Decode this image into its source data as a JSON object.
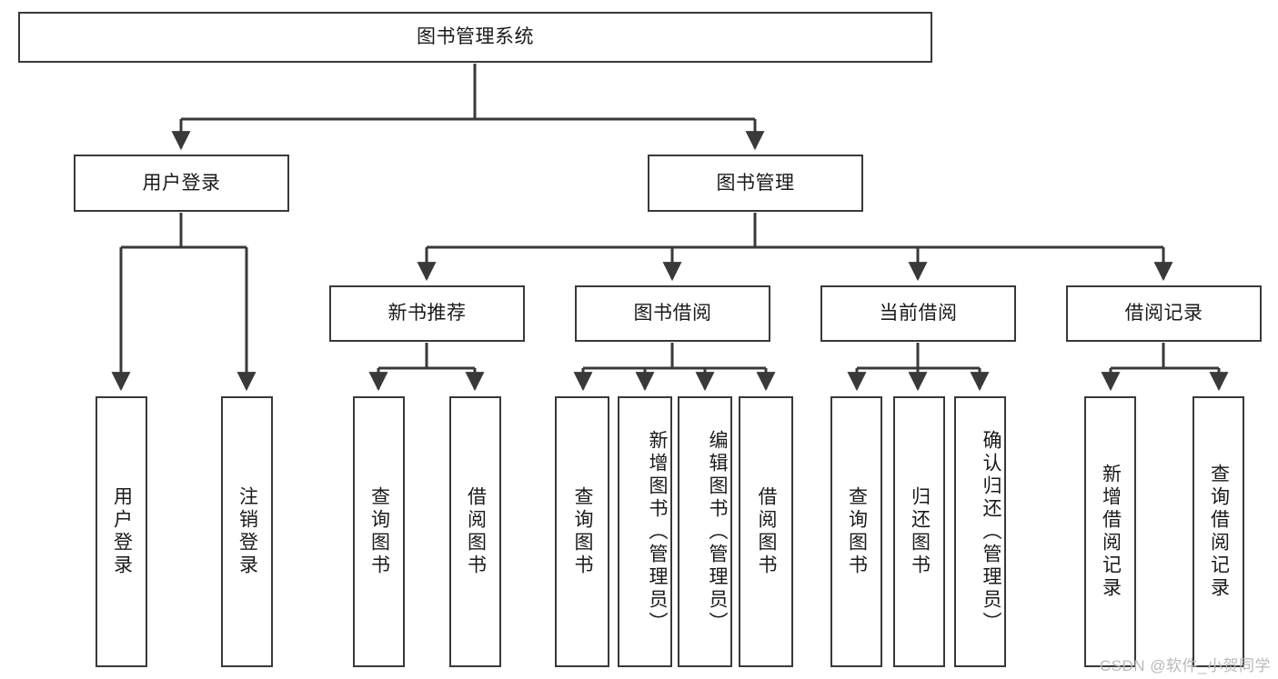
{
  "diagram": {
    "title": "图书管理系统",
    "type": "tree-hierarchy-diagram",
    "colors": {
      "stroke": "#393939",
      "fill": "#ffffff",
      "text": "#1a1a1a",
      "watermark": "#b9b9b9"
    },
    "levels": {
      "root": "图书管理系统",
      "level2": [
        "用户登录",
        "图书管理"
      ],
      "level3": [
        "新书推荐",
        "图书借阅",
        "当前借阅",
        "借阅记录"
      ]
    },
    "nodes": {
      "root": {
        "label": "图书管理系统"
      },
      "user_login": {
        "label": "用户登录"
      },
      "book_manage": {
        "label": "图书管理"
      },
      "new_book_rec": {
        "label": "新书推荐"
      },
      "book_borrow": {
        "label": "图书借阅"
      },
      "current_borrow": {
        "label": "当前借阅"
      },
      "borrow_record": {
        "label": "借阅记录"
      }
    },
    "leaves": {
      "user_login": [
        {
          "label": "用户登录"
        },
        {
          "label": "注销登录"
        }
      ],
      "new_book_rec": [
        {
          "label": "查询图书"
        },
        {
          "label": "借阅图书"
        }
      ],
      "book_borrow": [
        {
          "label": "查询图书"
        },
        {
          "label": "新增图书（管理员）"
        },
        {
          "label": "编辑图书（管理员）"
        },
        {
          "label": "借阅图书"
        }
      ],
      "current_borrow": [
        {
          "label": "查询图书"
        },
        {
          "label": "归还图书"
        },
        {
          "label": "确认归还（管理员）"
        }
      ],
      "borrow_record": [
        {
          "label": "新增借阅记录"
        },
        {
          "label": "查询借阅记录"
        }
      ]
    },
    "watermark": "CSDN @软件_小贺同学"
  }
}
